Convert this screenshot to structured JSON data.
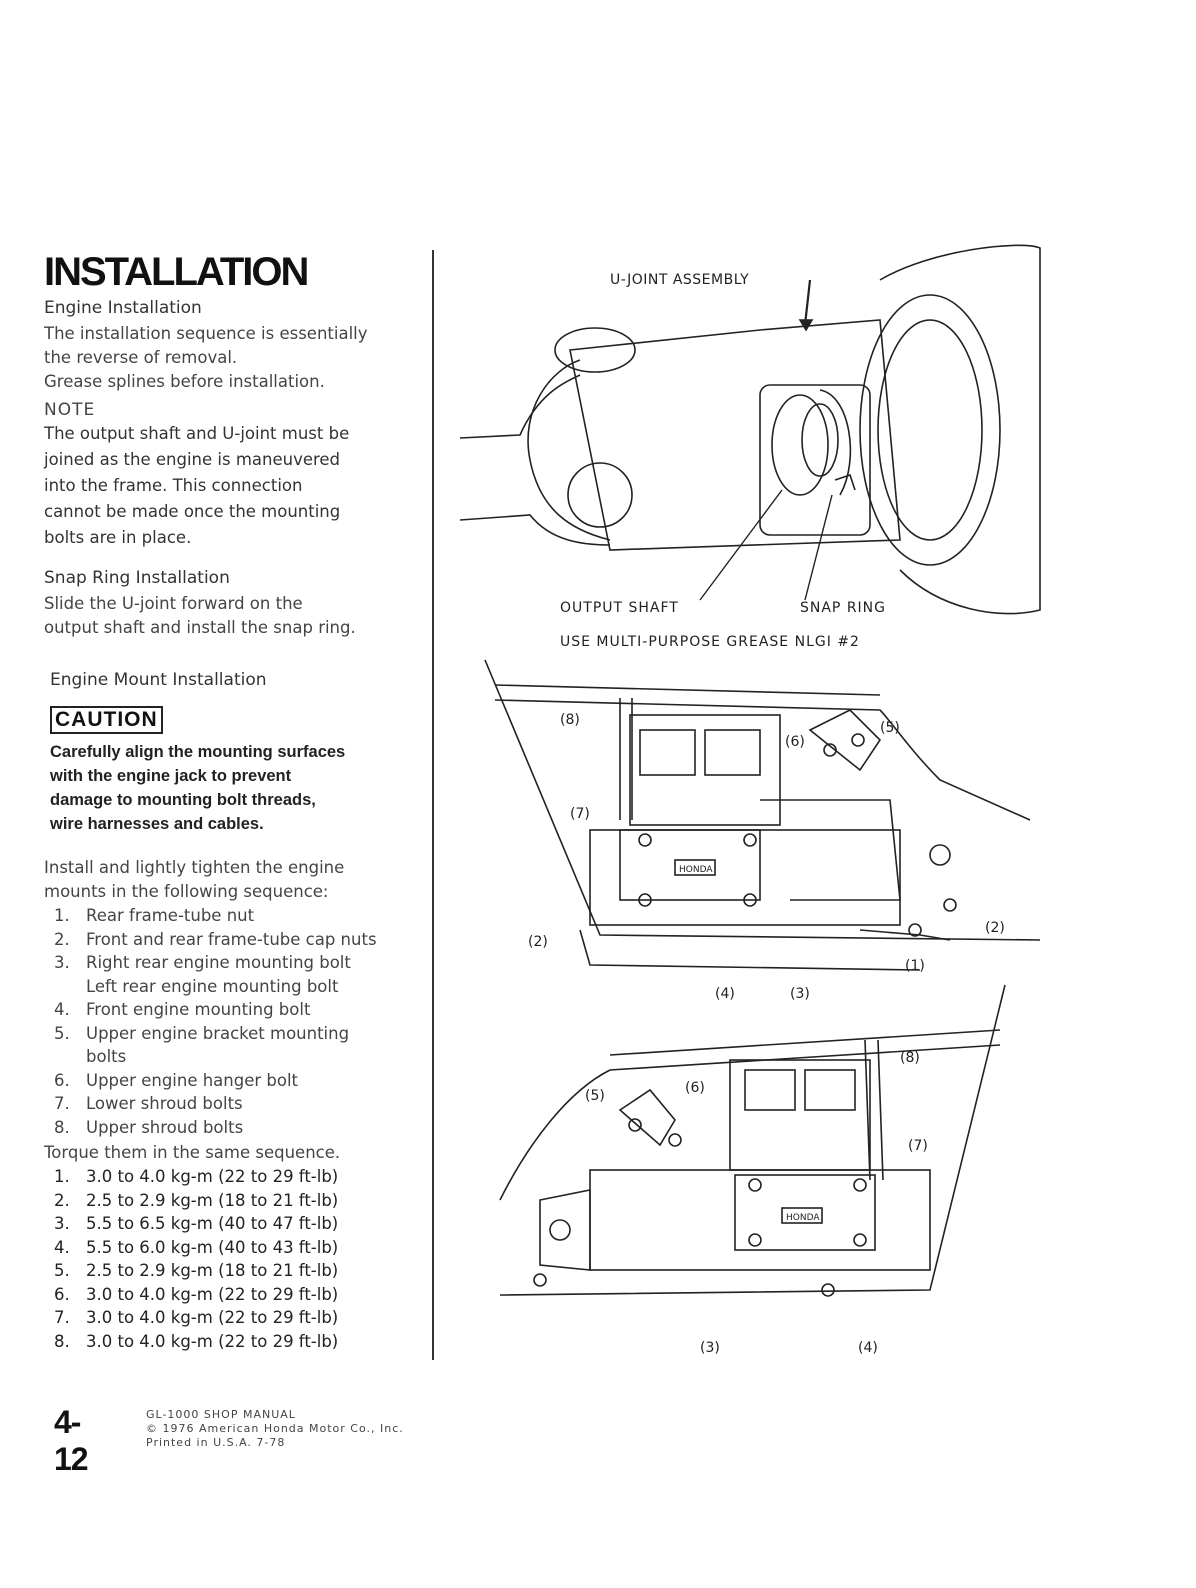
{
  "page": {
    "title": "INSTALLATION",
    "engine_installation": {
      "heading": "Engine Installation",
      "lines": [
        "The installation sequence is essentially",
        "the reverse of removal.",
        "Grease splines before installation."
      ],
      "note_label": "NOTE",
      "note_lines": [
        "The output shaft and U-joint must be",
        "joined as the engine is maneuvered",
        "into the frame. This connection",
        "cannot be made once the mounting",
        "bolts are in place."
      ]
    },
    "snap_ring": {
      "heading": "Snap Ring Installation",
      "lines": [
        "Slide the U-joint forward on the",
        "output shaft and install the snap ring."
      ]
    },
    "engine_mount": {
      "heading": "Engine Mount Installation",
      "caution_label": "CAUTION",
      "caution_lines": [
        "Carefully align the mounting surfaces",
        "with the engine jack to prevent",
        "damage to mounting bolt threads,",
        "wire harnesses and cables."
      ],
      "intro_lines": [
        "Install and lightly tighten the engine",
        "mounts in the following sequence:"
      ],
      "sequence": [
        {
          "n": "1.",
          "text": "Rear frame-tube nut"
        },
        {
          "n": "2.",
          "text": "Front and rear frame-tube cap nuts"
        },
        {
          "n": "3.",
          "text": "Right rear engine mounting bolt"
        },
        {
          "n": "",
          "text": "Left rear engine mounting bolt"
        },
        {
          "n": "4.",
          "text": "Front engine mounting bolt"
        },
        {
          "n": "5.",
          "text": "Upper engine bracket mounting"
        },
        {
          "n": "",
          "text": "bolts"
        },
        {
          "n": "6.",
          "text": "Upper engine hanger bolt"
        },
        {
          "n": "7.",
          "text": "Lower shroud bolts"
        },
        {
          "n": "8.",
          "text": "Upper shroud bolts"
        }
      ],
      "torque_intro": "Torque them in the same sequence.",
      "torques": [
        {
          "n": "1.",
          "text": "3.0 to 4.0 kg-m (22 to 29 ft-lb)"
        },
        {
          "n": "2.",
          "text": "2.5 to 2.9 kg-m (18 to 21 ft-lb)"
        },
        {
          "n": "3.",
          "text": "5.5 to 6.5 kg-m (40 to 47 ft-lb)"
        },
        {
          "n": "4.",
          "text": "5.5 to 6.0 kg-m (40 to 43 ft-lb)"
        },
        {
          "n": "5.",
          "text": "2.5 to 2.9 kg-m (18 to 21 ft-lb)"
        },
        {
          "n": "6.",
          "text": "3.0 to 4.0 kg-m (22 to 29 ft-lb)"
        },
        {
          "n": "7.",
          "text": "3.0 to 4.0 kg-m (22 to 29 ft-lb)"
        },
        {
          "n": "8.",
          "text": "3.0 to 4.0 kg-m (22 to 29 ft-lb)"
        }
      ]
    },
    "figure1": {
      "ujoint_label": "U-JOINT ASSEMBLY",
      "output_shaft_label": "OUTPUT SHAFT",
      "snap_ring_label": "SNAP RING",
      "grease_label": "USE MULTI-PURPOSE GREASE NLGI #2"
    },
    "figure2": {
      "brand": "HONDA",
      "callouts": [
        "(8)",
        "(6)",
        "(5)",
        "(7)",
        "(2)",
        "(2)",
        "(1)",
        "(4)",
        "(3)"
      ]
    },
    "figure3": {
      "brand": "HONDA",
      "callouts": [
        "(8)",
        "(6)",
        "(5)",
        "(7)",
        "(3)",
        "(4)"
      ]
    },
    "footer": {
      "page_number": "4-12",
      "manual": "GL-1000 SHOP MANUAL",
      "copyright": "© 1976 American Honda Motor Co., Inc.",
      "printed": "Printed in U.S.A.  7-78"
    }
  }
}
